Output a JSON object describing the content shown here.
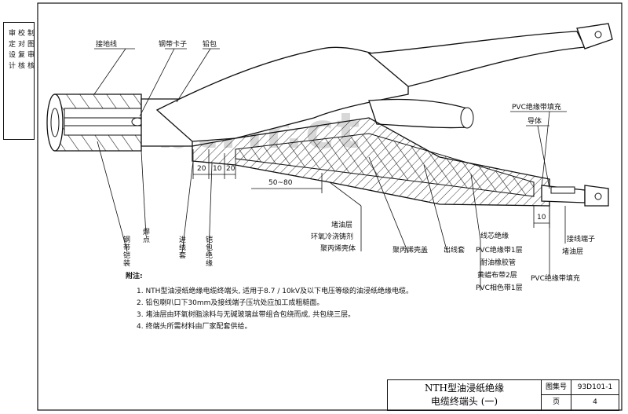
{
  "watermark": "btrlr.ct",
  "sidebar": {
    "rows": [
      "审 定 设 计",
      "校 对 复 核",
      "制 图 审 核"
    ]
  },
  "top_labels": {
    "ground_wire": "接地线",
    "steel_clamp": "钢带卡子",
    "lead_sheath": "铅包",
    "pvc_fill_top": "PVC绝缘带填充",
    "conductor": "导体"
  },
  "dimensions": {
    "d20a": "20",
    "d10": "10",
    "d20b": "20",
    "d50_80": "50~80",
    "d10_right": "10"
  },
  "middle_labels": {
    "block_oil": "堵油层",
    "epoxy": "环氧冷浇铸剂",
    "pp_housing": "聚丙烯壳体",
    "pe_sleeve": "聚丙烯壳盖",
    "outlet_sleeve": "出线套",
    "core_insulation": "线芯绝缘",
    "pvc_layer1": "PVC绝缘带1层",
    "oil_rubber_tube": "耐油橡胶管",
    "wax_cloth": "黄蜡布带2层",
    "pvc_phase": "PVC相色带1层",
    "terminal": "接线端子",
    "block_oil_right": "堵油层",
    "pvc_fill_bottom": "PVC绝缘带填充"
  },
  "left_vlabels": {
    "steel_armor": "钢带铠装",
    "weld": "焊点",
    "inlet_sleeve": "进线套",
    "lead_wrap": "铠包绝缘"
  },
  "notes": {
    "head": "附注:",
    "items": [
      "1. NTH型油浸纸绝缘电缆终端头, 适用于8.7 / 10kV及以下电压等级的油浸纸绝缘电缆。",
      "2. 铅包喇叭口下30mm及接线端子压坑处应加工成粗糙面。",
      "3. 堵油层由环氧树脂涂料与无碱玻璃丝带组合包绕而成, 共包绕三层。",
      "4. 终端头所需材料由厂家配套供给。"
    ]
  },
  "title_block": {
    "title_line1": "NTH型油浸纸绝缘",
    "title_line2": "电缆终端头 (一)",
    "atlas_label": "图集号",
    "atlas_no": "93D101-1",
    "page_label": "页",
    "page_no": "4"
  }
}
